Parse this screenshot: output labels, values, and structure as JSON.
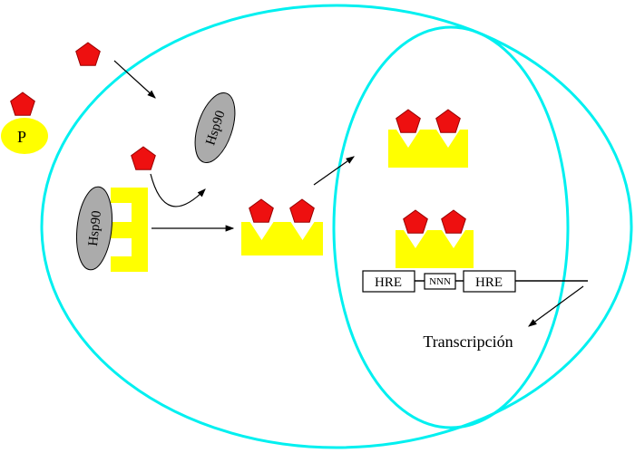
{
  "labels": {
    "protein_p": "P",
    "hsp90_free": "Hsp90",
    "hsp90_bound": "Hsp90",
    "hre_left": "HRE",
    "spacer": "NNN",
    "hre_right": "HRE",
    "transcription": "Transcripción"
  },
  "colors": {
    "membrane": "#00f0f0",
    "hormone": "#ee1010",
    "receptor": "#ffff00",
    "chaperone": "#ababab",
    "line": "#000000",
    "box_fill": "#ffffff"
  }
}
